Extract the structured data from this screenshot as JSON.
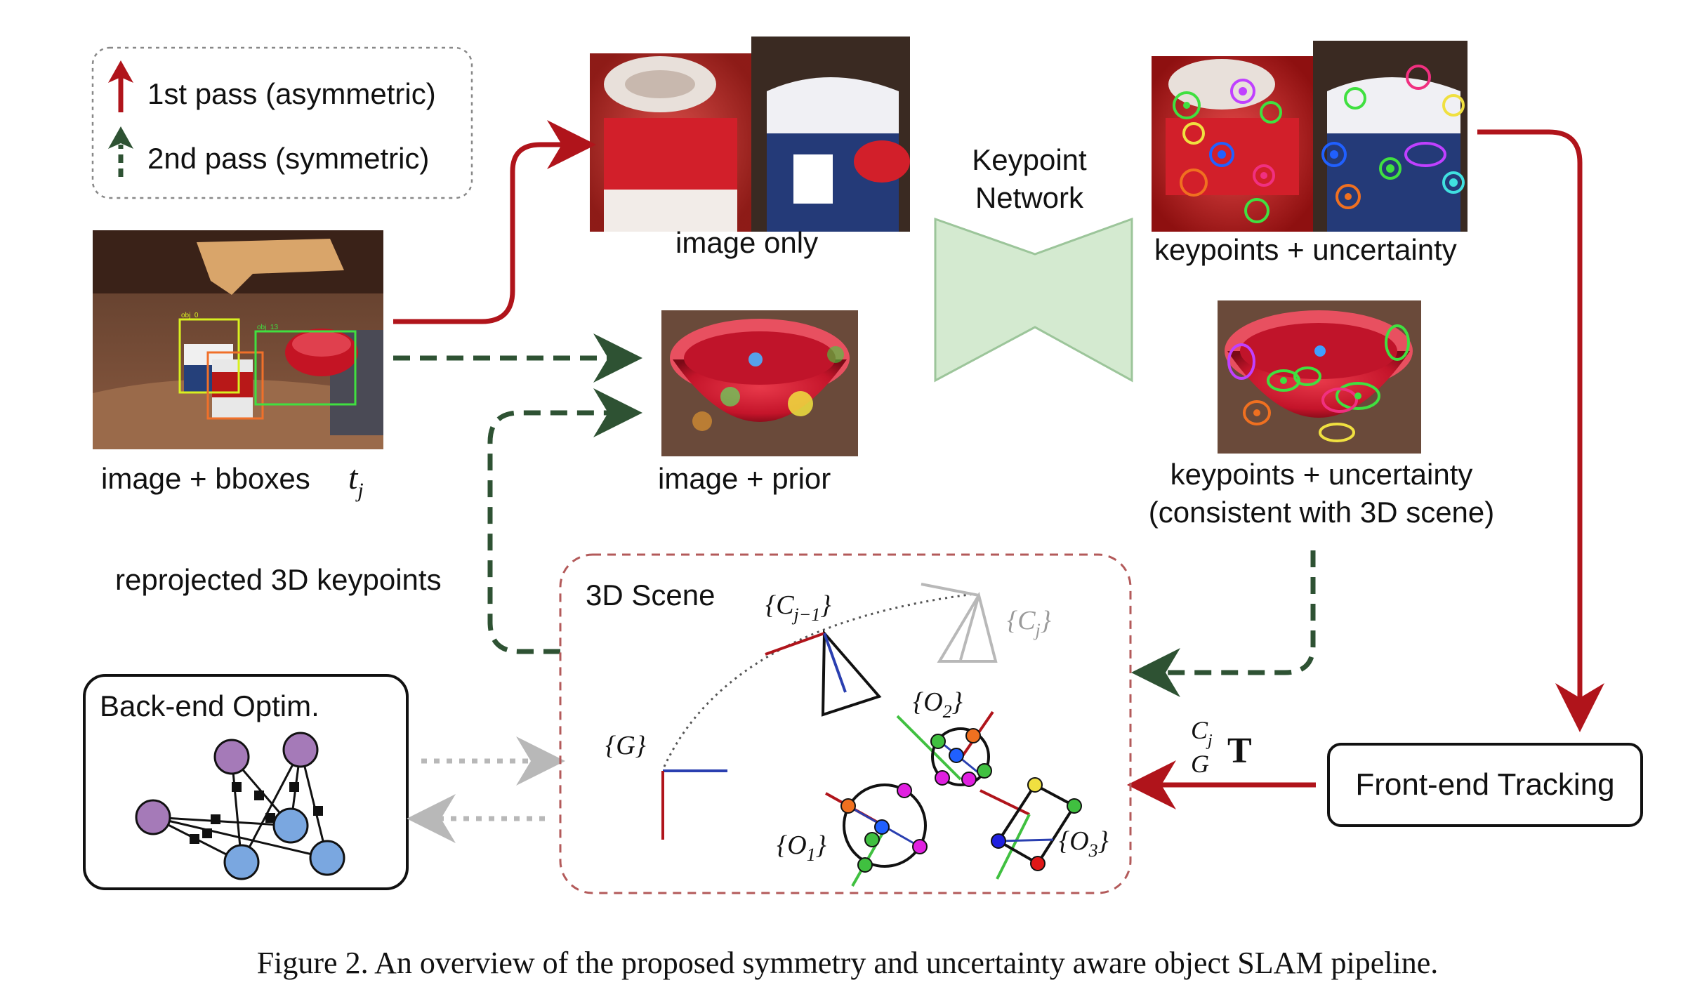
{
  "colors": {
    "pass1": "#b0141b",
    "pass2": "#2e5233",
    "network_fill": "#d4ead0",
    "network_stroke": "#9cc59a",
    "scene_border": "#b35a5a",
    "gray_arrow": "#b8b8b8",
    "node_purple": "#a57ab8",
    "node_blue": "#7aa7e0"
  },
  "legend": {
    "pass1_label": "1st pass (asymmetric)",
    "pass2_label": "2nd pass (symmetric)"
  },
  "labels": {
    "image_bboxes": "image + bboxes",
    "time_var": "t",
    "time_sub": "j",
    "image_only": "image only",
    "image_prior": "image + prior",
    "network_line1": "Keypoint",
    "network_line2": "Network",
    "kp_uncertainty": "keypoints + uncertainty",
    "kp_uncertainty2_line1": "keypoints + uncertainty",
    "kp_uncertainty2_line2": "(consistent with 3D scene)",
    "reprojected": "reprojected 3D keypoints",
    "backend": "Back-end Optim.",
    "scene": "3D Scene",
    "frontend": "Front-end Tracking",
    "frame_G": "{G}",
    "frame_Cj1_main": "{C",
    "frame_Cj1_sub": "j−1",
    "frame_Cj1_close": "}",
    "frame_Cj_main": "{C",
    "frame_Cj_sub": "j",
    "frame_Cj_close": "}",
    "frame_O1_main": "{O",
    "frame_O1_sub": "1",
    "frame_O1_close": "}",
    "frame_O2_main": "{O",
    "frame_O2_sub": "2",
    "frame_O2_close": "}",
    "frame_O3_main": "{O",
    "frame_O3_sub": "3",
    "frame_O3_close": "}",
    "transform_sup": "C",
    "transform_sup_sub": "j",
    "transform_sub": "G",
    "transform_T": "T",
    "bbox_tag1": "obj_0",
    "bbox_tag2": "obj_13"
  },
  "caption": "Figure 2. An overview of the proposed symmetry and uncertainty aware object SLAM pipeline."
}
